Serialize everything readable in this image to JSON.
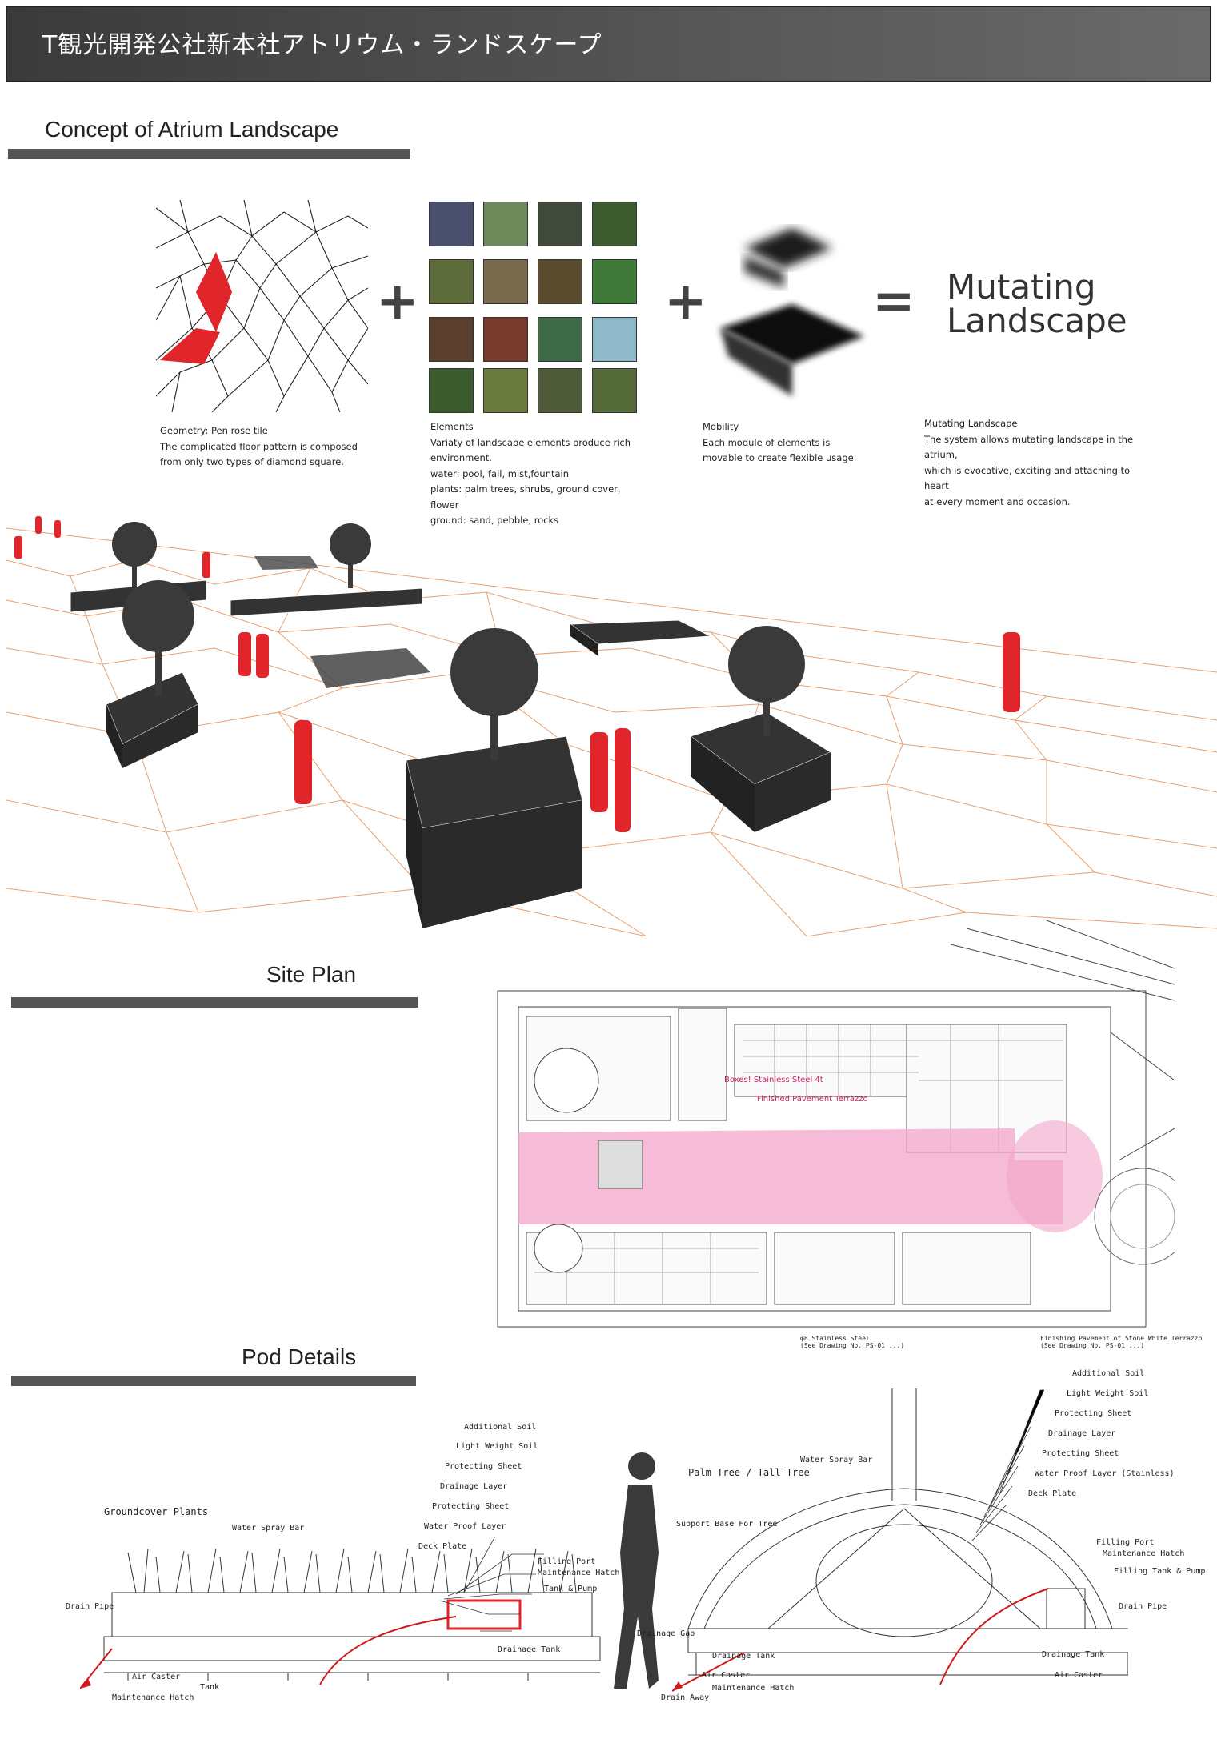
{
  "header": {
    "title": "T観光開発公社新本社アトリウム・ランドスケープ"
  },
  "sections": {
    "concept": "Concept of Atrium Landscape",
    "site_plan": "Site Plan",
    "pod_details": "Pod Details"
  },
  "concept": {
    "operators": {
      "plus": "+",
      "equals": "="
    },
    "result_line1": "Mutating",
    "result_line2": "Landscape",
    "geometry": [
      "Geometry: Pen rose tile",
      "The complicated floor pattern is composed",
      "from only two types of diamond square."
    ],
    "elements": [
      "Elements",
      "Variaty of landscape elements produce rich",
      "environment.",
      "water: pool, fall, mist,fountain",
      "plants: palm trees, shrubs, ground cover,",
      "flower",
      "ground: sand, pebble, rocks"
    ],
    "mobility": [
      "Mobility",
      "Each module of elements is",
      "movable to create flexible usage."
    ],
    "mutating": [
      "Mutating Landscape",
      "The system allows mutating landscape in the",
      "atrium,",
      "which is evocative, exciting and attaching to",
      "heart",
      "at every moment and occasion."
    ],
    "swatch_colors": [
      "#4a4f6e",
      "#6f8a5a",
      "#3f4a3b",
      "#3d5b2c",
      "#5e6b3a",
      "#7a6b4d",
      "#5a4a2e",
      "#3f7a3a",
      "#5a3f2e",
      "#7a3b2f",
      "#3d6b47",
      "#8fb8c9",
      "#3b5a2e",
      "#6b7a3f",
      "#4e5a38",
      "#556b3a"
    ]
  },
  "site_plan": {
    "notes": [
      "Boxes! Stainless Steel 4t",
      "Finished Pavement Terrazzo"
    ],
    "legend_left": [
      "φ8 Stainless Steel",
      "(See Drawing No. PS-01 ...)"
    ],
    "legend_right": [
      "Finishing Pavement of Stone White Terrazzo",
      "(See Drawing No. PS-01 ...)"
    ],
    "pink": "#f3a6c9"
  },
  "pod": {
    "left_title": "Groundcover Plants",
    "left_labels": [
      "Additional Soil",
      "Light Weight Soil",
      "Protecting Sheet",
      "Drainage Layer",
      "Protecting Sheet",
      "Water Proof Layer",
      "Deck Plate"
    ],
    "left_misc": [
      "Water Spray Bar",
      "Filling Port",
      "Maintenance Hatch",
      "Tank & Pump",
      "Drain Pipe",
      "Drainage Tank",
      "Air Caster",
      "Tank",
      "Maintenance Hatch"
    ],
    "right_title": "Palm Tree / Tall Tree",
    "right_labels": [
      "Additional Soil",
      "Light Weight Soil",
      "Protecting Sheet",
      "Drainage Layer",
      "Protecting Sheet",
      "Water Proof Layer (Stainless)",
      "Deck Plate"
    ],
    "right_misc": [
      "Water Spray Bar",
      "Support Base For Tree",
      "Filling Port",
      "Maintenance Hatch",
      "Filling Tank & Pump",
      "Drain Pipe",
      "Drainage Gap",
      "Drainage Tank",
      "Drainage Tank",
      "Air Caster",
      "Air Caster",
      "Drain Away",
      "Maintenance Hatch"
    ]
  }
}
